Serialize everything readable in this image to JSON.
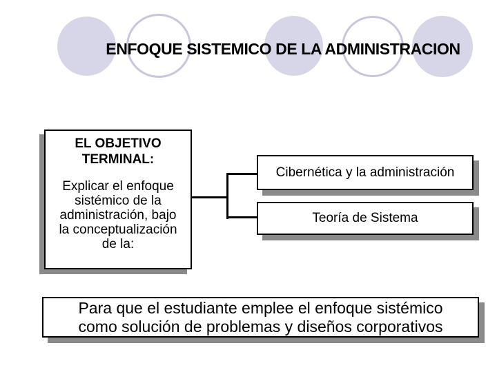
{
  "slide": {
    "title": "ENFOQUE SISTEMICO DE LA ADMINISTRACION"
  },
  "decor": {
    "circle_fill_color": "#d6d6e8",
    "circle_outline_color": "#c6c6dc",
    "shadow_color": "#8a8a8a",
    "border_color": "#000000",
    "text_color": "#000000",
    "background_color": "#ffffff"
  },
  "objective_box": {
    "heading_lines": [
      "EL OBJETIVO",
      "TERMINAL:"
    ],
    "body_lines": [
      "Explicar el enfoque",
      "sistémico de la",
      "administración, bajo",
      "la conceptualización",
      "de la:"
    ]
  },
  "concept_boxes": [
    {
      "label": "Cibernética y la administración"
    },
    {
      "label": "Teoría de Sistema"
    }
  ],
  "conclusion_box": {
    "lines": [
      "Para que el estudiante emplee el enfoque sistémico",
      "como solución de problemas y diseños corporativos"
    ]
  }
}
